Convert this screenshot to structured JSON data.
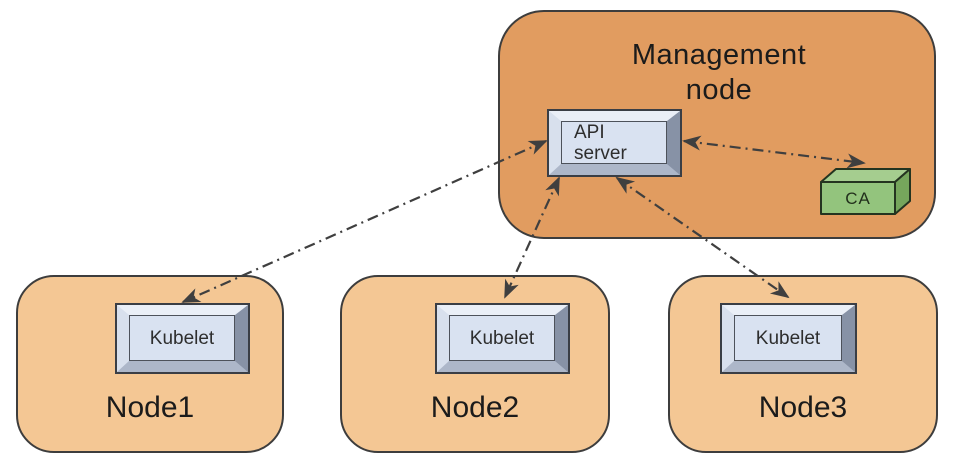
{
  "management_node": {
    "title": "Management node",
    "api_server_label": "API server",
    "ca_label": "CA"
  },
  "nodes": [
    {
      "label": "Node1",
      "component_label": "Kubelet"
    },
    {
      "label": "Node2",
      "component_label": "Kubelet"
    },
    {
      "label": "Node3",
      "component_label": "Kubelet"
    }
  ],
  "connections": [
    {
      "from": "API server",
      "to": "Node1 Kubelet",
      "bidirectional": true,
      "style": "dash-dot"
    },
    {
      "from": "API server",
      "to": "Node2 Kubelet",
      "bidirectional": true,
      "style": "dash-dot"
    },
    {
      "from": "API server",
      "to": "Node3 Kubelet",
      "bidirectional": true,
      "style": "dash-dot"
    },
    {
      "from": "API server",
      "to": "CA",
      "bidirectional": true,
      "style": "dash-dot"
    }
  ],
  "colors": {
    "management_node_fill": "#e19c60",
    "worker_node_fill": "#f4c794",
    "component_box_fill": "#d9e2f1",
    "ca_front": "#93c47d",
    "ca_top": "#a5cd8f",
    "ca_side": "#76a65c",
    "outline": "#3d3d3d",
    "arrow": "#3f3f3f"
  }
}
